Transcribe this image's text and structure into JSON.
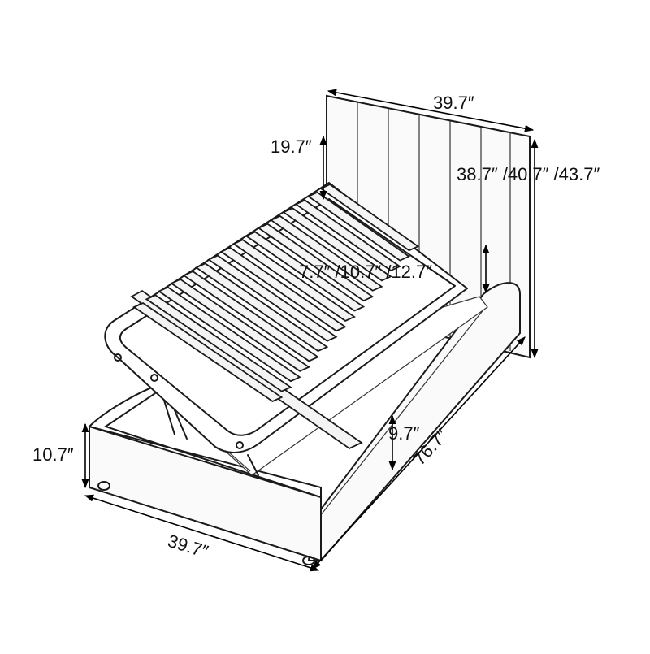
{
  "dimensions": {
    "headboard_width": "39.7″",
    "headboard_top_height": "19.7″",
    "total_heights": "38.7″ /40.7″ /43.7″",
    "rail_clearance": "7.7″ /10.7″ /12.7″",
    "side_rail_height": "9.7″",
    "length": "76.7″",
    "foot_height": "10.7″",
    "foot_width": "39.7″"
  },
  "colors": {
    "stroke": "#1a1a1a",
    "fill": "#fafafa"
  }
}
